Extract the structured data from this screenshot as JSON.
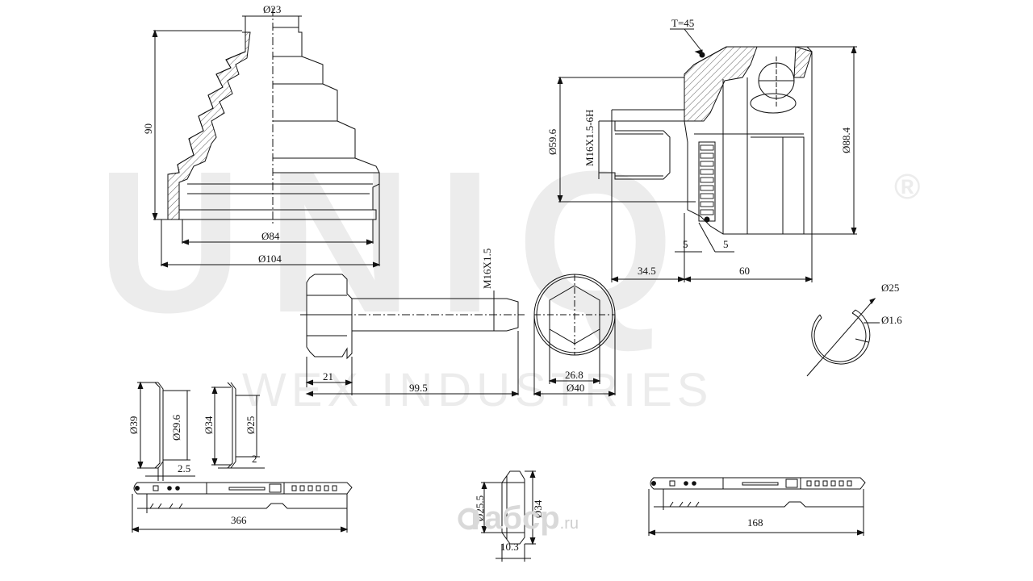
{
  "watermark": {
    "brand": "UNIQ",
    "registered": "®",
    "subtitle": "WEX INDUSTRIES"
  },
  "boot": {
    "d_top": "Ø23",
    "height": "90",
    "d_mid": "Ø84",
    "d_bottom": "Ø104"
  },
  "joint": {
    "thickness": "T=45",
    "d_shaft": "Ø59.6",
    "thread": "M16X1.5-6H",
    "d_outer": "Ø88.4",
    "ring_gap_1": "5",
    "ring_gap_2": "5",
    "len_shaft": "34.5",
    "len_body": "60"
  },
  "bolt": {
    "thread": "M16X1.5",
    "head_len": "21",
    "total_len": "99.5"
  },
  "nut": {
    "across_flats": "26.8",
    "d_flange": "Ø40"
  },
  "circlip": {
    "d_ring": "Ø25",
    "d_wire": "Ø1.6"
  },
  "clamp_large": {
    "d_outer": "Ø39",
    "d_inner": "Ø29.6",
    "width": "2.5"
  },
  "clamp_small": {
    "d_outer": "Ø34",
    "d_inner": "Ø25",
    "width": "2"
  },
  "band_left": {
    "length": "366"
  },
  "band_right": {
    "length": "168"
  },
  "washer": {
    "d_inner": "Ø25.5",
    "d_outer": "Ø34",
    "width": "10.3"
  },
  "site_logo": {
    "name": "aбcp",
    "tld": ".ru"
  }
}
